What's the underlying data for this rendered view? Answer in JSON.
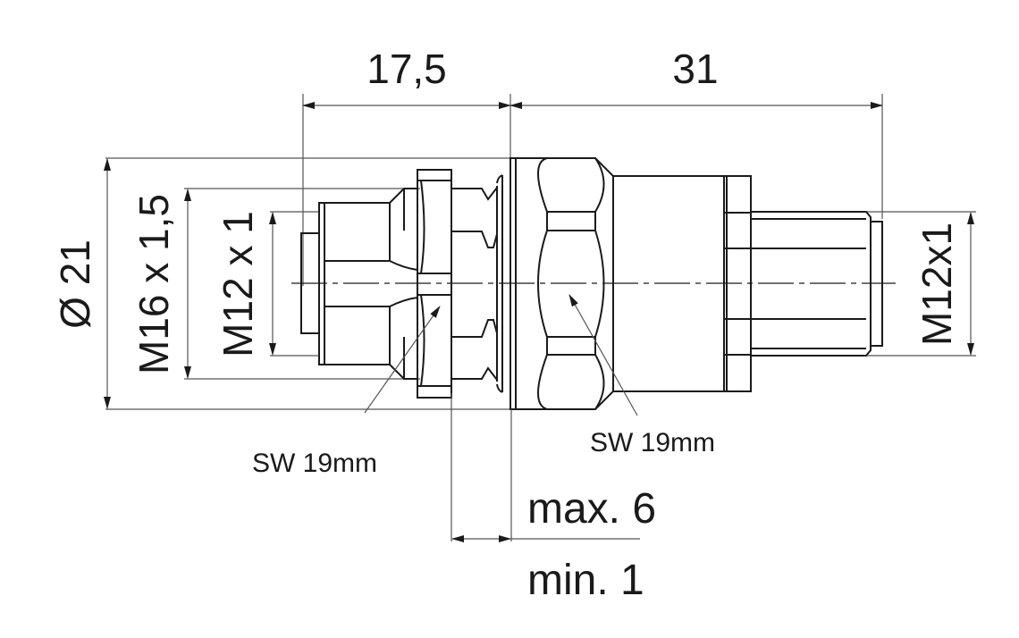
{
  "drawing": {
    "title": "M12 panel mount connector dimension drawing",
    "dimensions": {
      "front_length": "17,5",
      "rear_length": "31",
      "outer_diameter": "Ø 21",
      "mount_thread": "M16 x 1,5",
      "front_thread": "M12 x 1",
      "rear_thread": "M12x1",
      "wall_max": "max. 6",
      "wall_min": "min. 1"
    },
    "callouts": {
      "nut_wrench_size": "SW 19mm",
      "body_wrench_size": "SW 19mm"
    },
    "line_color": "#1a1a1a"
  }
}
